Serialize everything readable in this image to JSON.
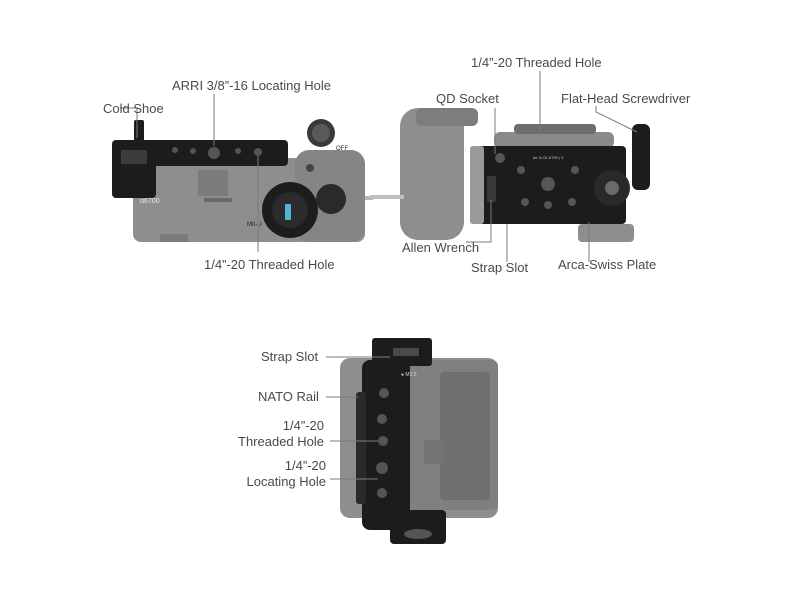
{
  "callouts": {
    "cold_shoe": "Cold Shoe",
    "arri_hole": "ARRI 3/8”-16 Locating Hole",
    "threaded_hole_top": "1/4”-20 Threaded Hole",
    "threaded_hole_bottom": "1/4”-20 Threaded Hole",
    "qd_socket": "QD Socket",
    "screwdriver": "Flat-Head Screwdriver",
    "allen_wrench": "Allen Wrench",
    "strap_slot_plate": "Strap Slot",
    "arca_plate": "Arca-Swiss Plate",
    "strap_slot_side": "Strap Slot",
    "nato_rail": "NATO Rail",
    "threaded_hole_side_l1": "1/4”-20",
    "threaded_hole_side_l2": "Threaded Hole",
    "locating_hole_side_l1": "1/4”-20",
    "locating_hole_side_l2": "Locating Hole"
  },
  "product_marks": {
    "camera_model": "α6700",
    "dial_label": "OFF",
    "mount_label": "MII-U",
    "plate_engraving": "for ILCE-6700 | 3",
    "side_engraving": "● M2.5"
  },
  "colors": {
    "camera_body": "#8c8c8c",
    "camera_dark": "#6f6f6f",
    "cage_metal": "#1c1c1e",
    "leader_line": "#7a7a7a",
    "label_text": "#4a4a4a"
  }
}
